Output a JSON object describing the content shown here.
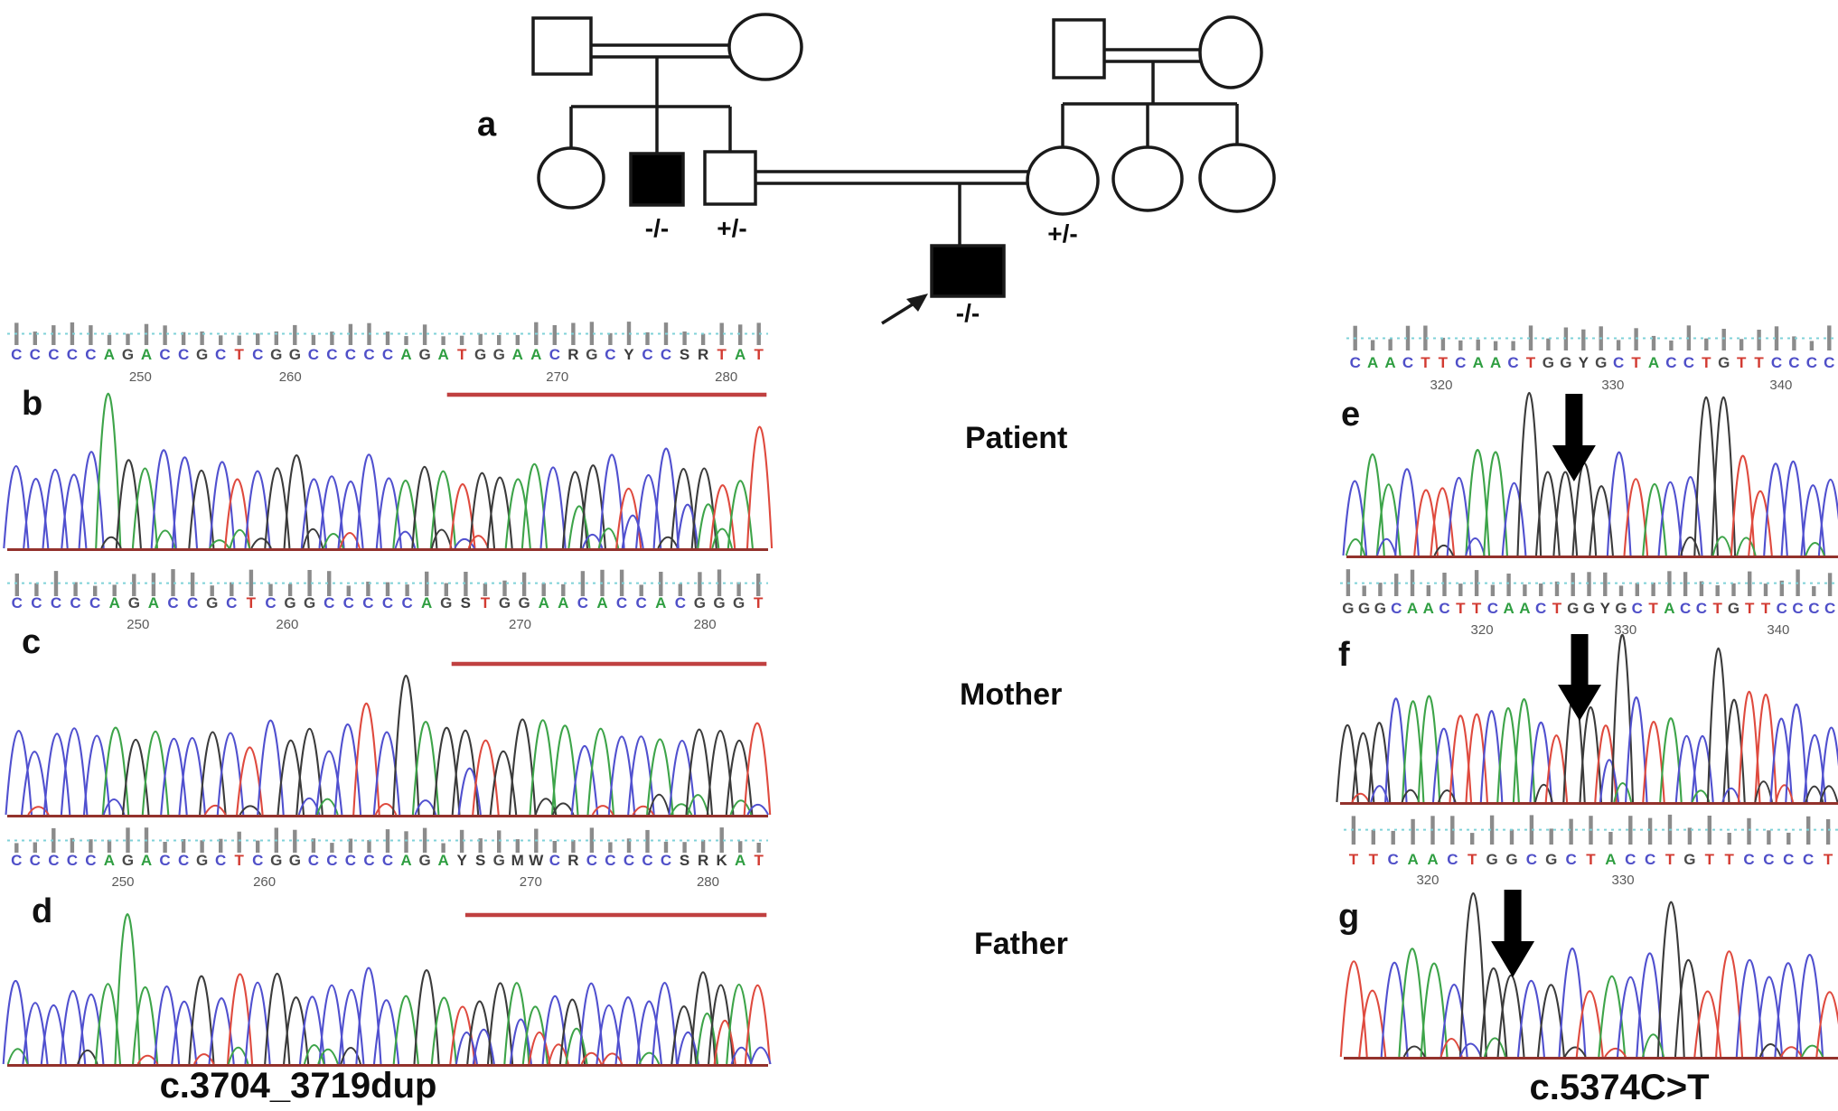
{
  "figure_labels": {
    "a": "a",
    "patient": "Patient",
    "mother": "Mother",
    "father": "Father",
    "variant_left": "c.3704_3719dup",
    "variant_right": "c.5374C>T"
  },
  "pedigree": {
    "uncle_genotype": "-/-",
    "father_genotype": "+/-",
    "mother_genotype": "+/-",
    "proband_genotype": "-/-"
  },
  "base_colors": {
    "A": "#2f9e41",
    "C": "#4f4fc8",
    "G": "#4a4a4a",
    "T": "#d23b32",
    "X": "#3c3c3c"
  },
  "trace_palette": {
    "A": "#3da449",
    "C": "#5050cf",
    "G": "#3b3b3b",
    "T": "#df4a3e"
  },
  "accent_colors": {
    "underline": "#c04040",
    "arrow": "#000000",
    "quality_bar": "#8b8b8b",
    "quality_line": "#7fd2d8",
    "baseline": "#93322c"
  },
  "panels": [
    {
      "id": "b",
      "label": "b",
      "person": "Patient",
      "sequence": "CCCCCAGACCGCTCGGCCCCCAGATGGAACRGCYCCSRTAT",
      "ruler": [
        [
          "250",
          0.175
        ],
        [
          "260",
          0.372
        ],
        [
          "270",
          0.723
        ],
        [
          "280",
          0.945
        ]
      ],
      "underline": [
        0.578,
        0.998
      ],
      "arrow": null,
      "accents": [
        [
          0.139,
          "A",
          1.95
        ],
        [
          0.985,
          "T",
          1.5
        ]
      ]
    },
    {
      "id": "c",
      "label": "c",
      "person": "Mother",
      "sequence": "CCCCCAGACCGCTCGGCCCCCAGSTGGAACACCACGGGT",
      "ruler": [
        [
          "250",
          0.172
        ],
        [
          "260",
          0.368
        ],
        [
          "270",
          0.674
        ],
        [
          "280",
          0.917
        ]
      ],
      "underline": [
        0.584,
        0.998
      ],
      "arrow": null,
      "accents": [
        [
          0.475,
          "T",
          1.4
        ],
        [
          0.515,
          "G",
          1.75
        ]
      ]
    },
    {
      "id": "d",
      "label": "d",
      "person": "Father",
      "sequence": "CCCCCAGACCGCTCGGCCCCCAGAYSGMWCRCCCCCSRKAT",
      "ruler": [
        [
          "250",
          0.152
        ],
        [
          "260",
          0.338
        ],
        [
          "270",
          0.688
        ],
        [
          "280",
          0.921
        ]
      ],
      "underline": [
        0.602,
        0.998
      ],
      "arrow": null,
      "accents": [
        [
          0.148,
          "A",
          1.95
        ]
      ]
    },
    {
      "id": "e",
      "label": "e",
      "person": "Patient",
      "sequence": "CAACTTCAACTGGYGCTACCTGTTCCCC",
      "ruler": [
        [
          "320",
          0.193
        ],
        [
          "330",
          0.542
        ],
        [
          "340",
          0.884
        ]
      ],
      "underline": null,
      "arrow": 0.463,
      "accents": [
        [
          0.38,
          "G",
          1.85
        ],
        [
          0.425,
          "G",
          0.95
        ],
        [
          0.497,
          "G",
          1.05
        ],
        [
          0.75,
          "G",
          1.8
        ]
      ]
    },
    {
      "id": "f",
      "label": "f",
      "person": "Mother",
      "sequence": "GGGCAACTTCAACTGGYGCTACCTGTTCCCC",
      "ruler": [
        [
          "320",
          0.285
        ],
        [
          "330",
          0.573
        ],
        [
          "340",
          0.88
        ]
      ],
      "underline": null,
      "arrow": 0.481,
      "accents": [
        [
          0.49,
          "G",
          1.05
        ],
        [
          0.56,
          "G",
          1.85
        ],
        [
          0.757,
          "G",
          1.7
        ]
      ]
    },
    {
      "id": "g",
      "label": "g",
      "person": "Father",
      "sequence": "TTCAACTGGCGCTACCTGTTCCCCT",
      "ruler": [
        [
          "320",
          0.17
        ],
        [
          "330",
          0.565
        ]
      ],
      "underline": null,
      "arrow": 0.342,
      "accents": [
        [
          0.262,
          "G",
          1.85
        ],
        [
          0.302,
          "G",
          1.0
        ],
        [
          0.65,
          "G",
          1.75
        ]
      ]
    }
  ]
}
